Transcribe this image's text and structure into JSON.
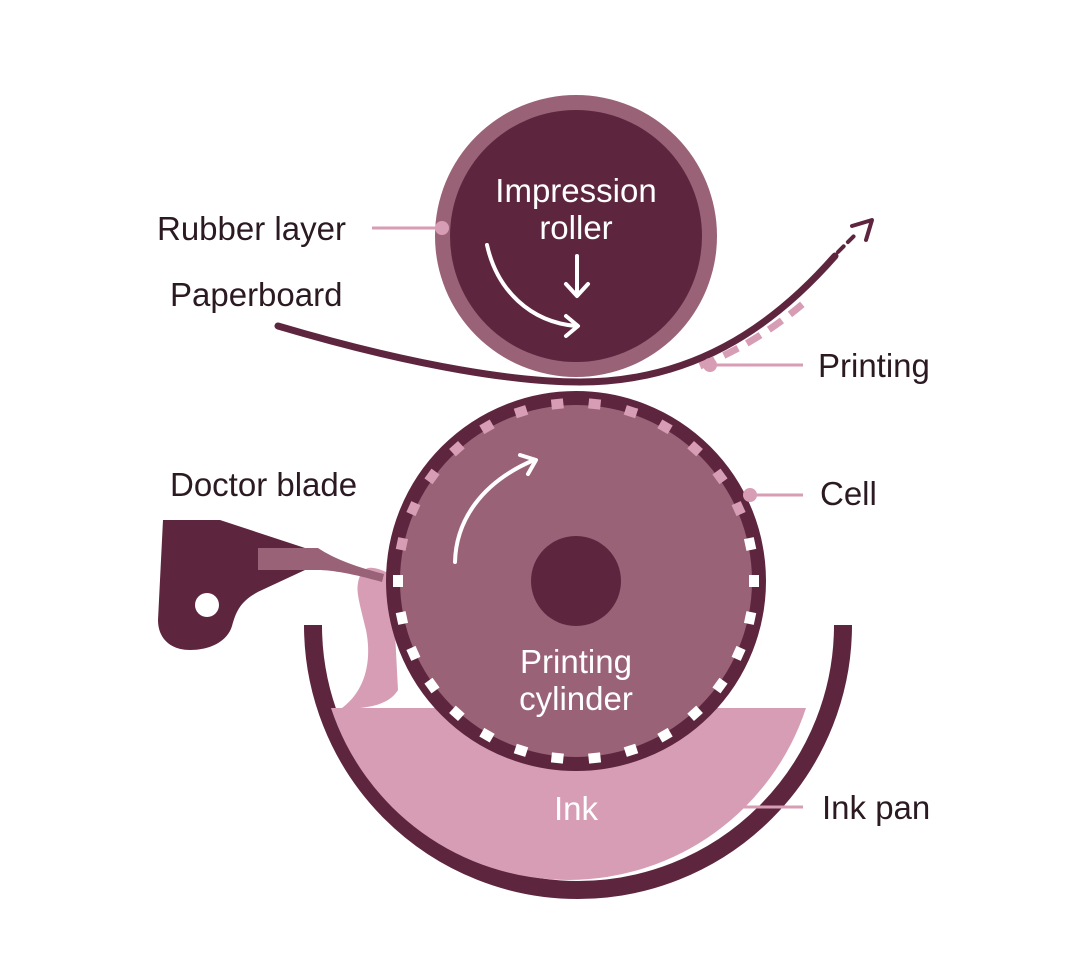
{
  "labels": {
    "rubber_layer": "Rubber layer",
    "paperboard": "Paperboard",
    "printing": "Printing",
    "cell": "Cell",
    "doctor_blade": "Doctor blade",
    "ink_pan": "Ink pan",
    "impression_roller_line1": "Impression",
    "impression_roller_line2": "roller",
    "printing_cylinder_line1": "Printing",
    "printing_cylinder_line2": "cylinder",
    "ink": "Ink"
  },
  "colors": {
    "dark": "#5e263e",
    "medium": "#9a6277",
    "pink": "#d79db4",
    "text": "#2b1a22",
    "white": "#ffffff"
  }
}
